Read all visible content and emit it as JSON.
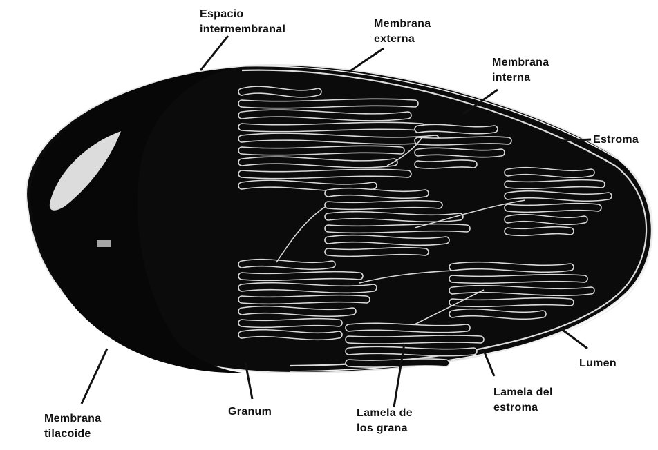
{
  "labels": {
    "espacio_intermembranal": [
      "Espacio",
      "intermembranal"
    ],
    "membrana_externa": [
      "Membrana",
      "externa"
    ],
    "membrana_interna": [
      "Membrana",
      "interna"
    ],
    "estroma": [
      "Estroma"
    ],
    "lumen": [
      "Lumen"
    ],
    "lamela_estroma": [
      "Lamela del",
      "estroma"
    ],
    "lamela_grana": [
      "Lamela de",
      "los grana"
    ],
    "granum": [
      "Granum"
    ],
    "membrana_tilacoide": [
      "Membrana",
      "tilacoide"
    ]
  },
  "colors": {
    "body_fill": "#0b0b0b",
    "membrane": "#e8e8e8",
    "thylakoid_outline": "#d9d9d9",
    "highlight": "#f4f4f4",
    "label_text": "#111111",
    "leader_line": "#111111"
  }
}
